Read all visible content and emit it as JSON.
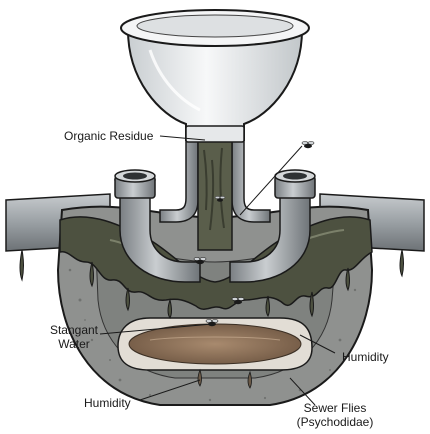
{
  "labels": {
    "organic_residue": "Organic Residue",
    "stagnant_water_line1": "Stangant",
    "stagnant_water_line2": "Water",
    "humidity_right": "Humidity",
    "humidity_left": "Humidity",
    "sewer_flies_line1": "Sewer Flies",
    "sewer_flies_line2": "(Psychodidae)"
  },
  "colors": {
    "porcelain": "#eef0f1",
    "pipe_gray": "#9ea4a8",
    "concrete": "#8f918f",
    "sludge": "#4d5140",
    "water": "#8a7058",
    "outline": "#1a1a1a"
  }
}
